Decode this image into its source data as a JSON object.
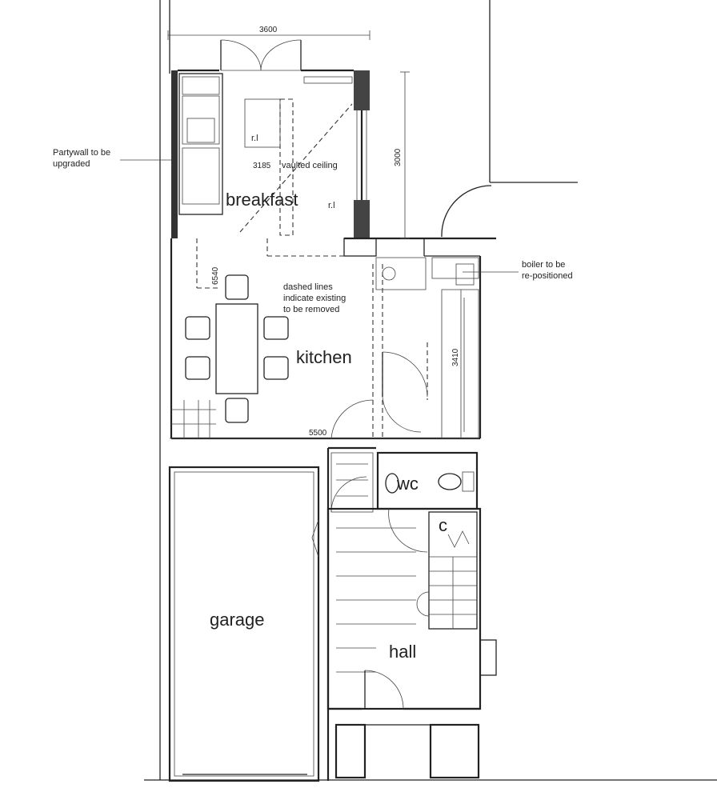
{
  "rooms": {
    "breakfast": "breakfast",
    "kitchen": "kitchen",
    "garage": "garage",
    "hall": "hall",
    "wc": "wc",
    "cupboard": "c"
  },
  "notes": {
    "partywall_line1": "Partywall to be",
    "partywall_line2": "upgraded",
    "boiler_line1": "boiler to be",
    "boiler_line2": "re-positioned",
    "dashed_line1": "dashed lines",
    "dashed_line2": "indicate existing",
    "dashed_line3": "to be removed",
    "vaulted": "vaulted ceiling",
    "rl_upper": "r.l",
    "rl_lower": "r.l"
  },
  "dimensions": {
    "top_width": "3600",
    "extension_depth": "3000",
    "breakfast_width": "3185",
    "kitchen_depth": "6540",
    "kitchen_right": "3410",
    "kitchen_width": "5500"
  }
}
